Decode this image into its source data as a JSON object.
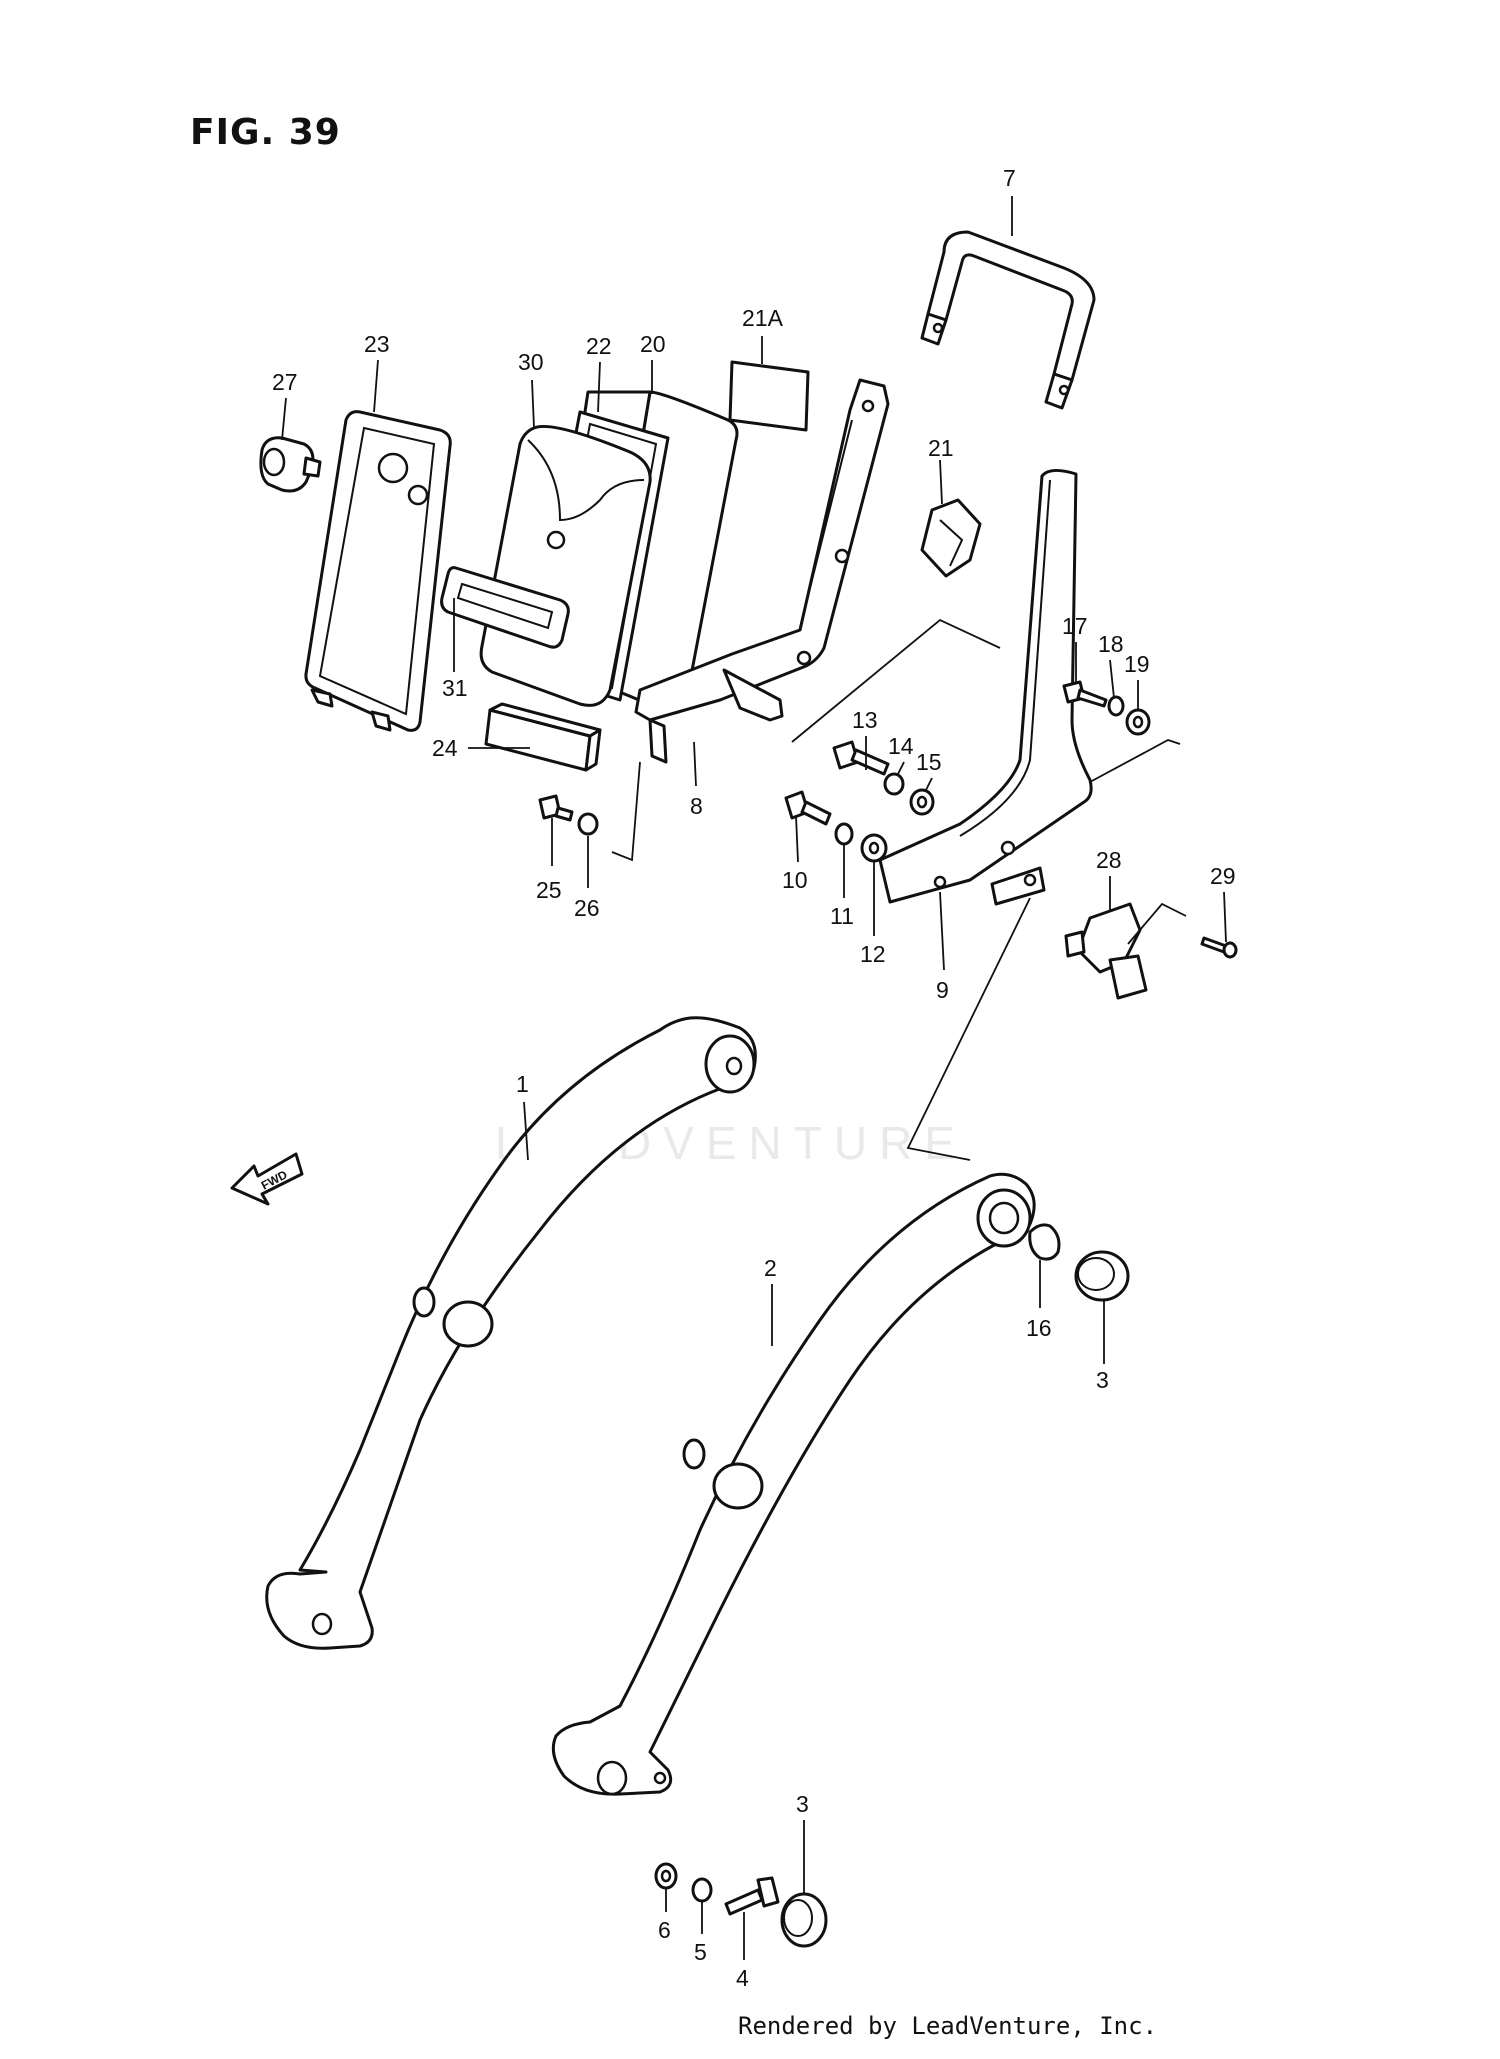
{
  "figure": {
    "title": "FIG. 39",
    "footer": "Rendered by LeadVenture, Inc.",
    "watermark": "LEADVENTURE",
    "fwd_label": "FWD"
  },
  "callouts": [
    {
      "id": "c1",
      "label": "1"
    },
    {
      "id": "c2",
      "label": "2"
    },
    {
      "id": "c3a",
      "label": "3"
    },
    {
      "id": "c3b",
      "label": "3"
    },
    {
      "id": "c4",
      "label": "4"
    },
    {
      "id": "c5",
      "label": "5"
    },
    {
      "id": "c6",
      "label": "6"
    },
    {
      "id": "c7",
      "label": "7"
    },
    {
      "id": "c8",
      "label": "8"
    },
    {
      "id": "c9",
      "label": "9"
    },
    {
      "id": "c10",
      "label": "10"
    },
    {
      "id": "c11",
      "label": "11"
    },
    {
      "id": "c12",
      "label": "12"
    },
    {
      "id": "c13",
      "label": "13"
    },
    {
      "id": "c14",
      "label": "14"
    },
    {
      "id": "c15",
      "label": "15"
    },
    {
      "id": "c16",
      "label": "16"
    },
    {
      "id": "c17",
      "label": "17"
    },
    {
      "id": "c18",
      "label": "18"
    },
    {
      "id": "c19",
      "label": "19"
    },
    {
      "id": "c20",
      "label": "20"
    },
    {
      "id": "c21",
      "label": "21"
    },
    {
      "id": "c21a",
      "label": "21A"
    },
    {
      "id": "c22",
      "label": "22"
    },
    {
      "id": "c23",
      "label": "23"
    },
    {
      "id": "c24",
      "label": "24"
    },
    {
      "id": "c25",
      "label": "25"
    },
    {
      "id": "c26",
      "label": "26"
    },
    {
      "id": "c27",
      "label": "27"
    },
    {
      "id": "c28",
      "label": "28"
    },
    {
      "id": "c29",
      "label": "29"
    },
    {
      "id": "c30",
      "label": "30"
    },
    {
      "id": "c31",
      "label": "31"
    }
  ]
}
